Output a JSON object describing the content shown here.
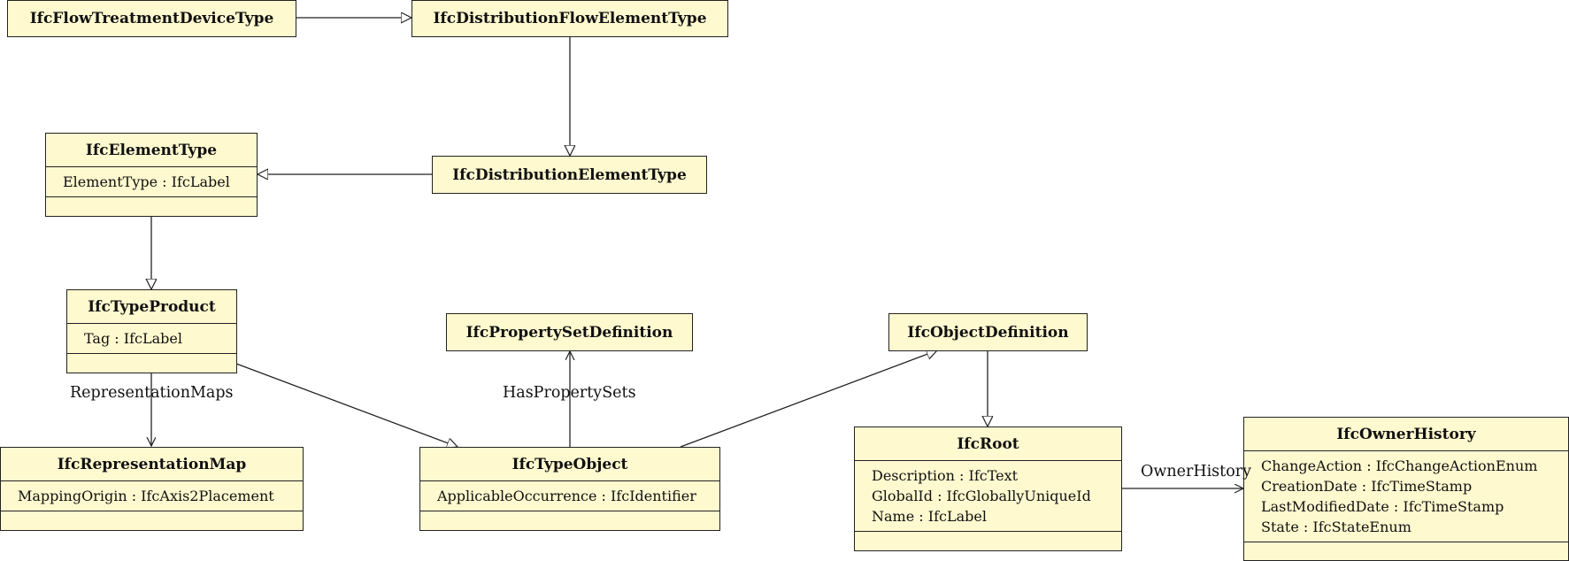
{
  "classes": {
    "flow_treatment_device_type": {
      "name": "IfcFlowTreatmentDeviceType"
    },
    "distribution_flow_element_type": {
      "name": "IfcDistributionFlowElementType"
    },
    "element_type": {
      "name": "IfcElementType",
      "attributes": [
        "ElementType : IfcLabel"
      ]
    },
    "distribution_element_type": {
      "name": "IfcDistributionElementType"
    },
    "type_product": {
      "name": "IfcTypeProduct",
      "attributes": [
        "Tag : IfcLabel"
      ]
    },
    "property_set_definition": {
      "name": "IfcPropertySetDefinition"
    },
    "object_definition": {
      "name": "IfcObjectDefinition"
    },
    "representation_map": {
      "name": "IfcRepresentationMap",
      "attributes": [
        "MappingOrigin : IfcAxis2Placement"
      ]
    },
    "type_object": {
      "name": "IfcTypeObject",
      "attributes": [
        "ApplicableOccurrence : IfcIdentifier"
      ]
    },
    "root": {
      "name": "IfcRoot",
      "attributes": [
        "Description : IfcText",
        "GlobalId : IfcGloballyUniqueId",
        "Name : IfcLabel"
      ]
    },
    "owner_history": {
      "name": "IfcOwnerHistory",
      "attributes": [
        "ChangeAction : IfcChangeActionEnum",
        "CreationDate : IfcTimeStamp",
        "LastModifiedDate : IfcTimeStamp",
        "State : IfcStateEnum"
      ]
    }
  },
  "associations": {
    "representation_maps": "RepresentationMaps",
    "has_property_sets": "HasPropertySets",
    "owner_history": "OwnerHistory"
  },
  "colors": {
    "class_fill": "#fff9cf",
    "stroke": "#222222"
  }
}
